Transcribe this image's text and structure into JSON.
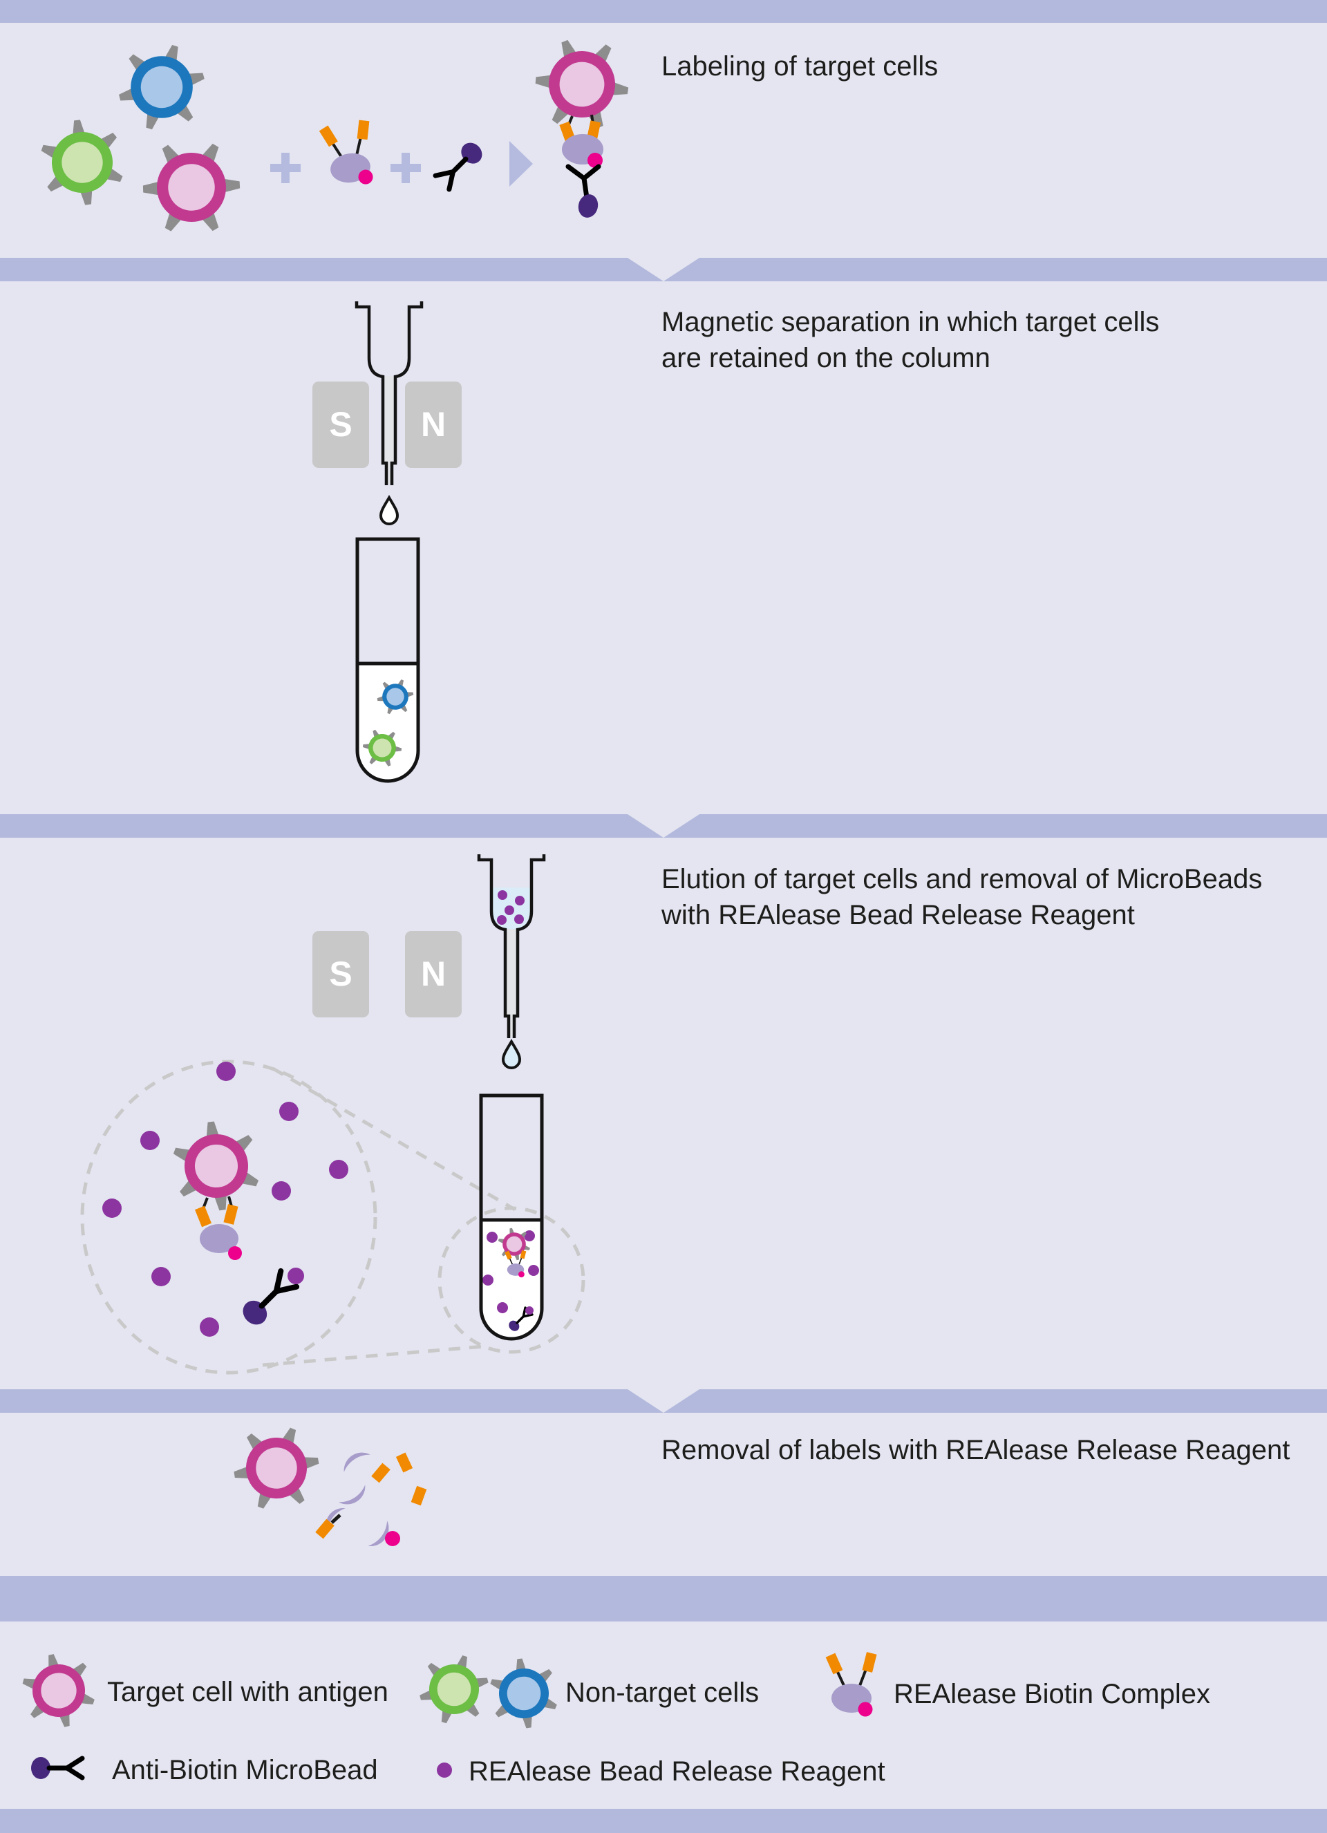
{
  "steps": [
    {
      "label_lines": [
        "Labeling of target cells"
      ]
    },
    {
      "label_lines": [
        "Magnetic separation in which target cells",
        "are retained on the column"
      ]
    },
    {
      "label_lines": [
        "Elution of target cells and removal of MicroBeads",
        "with REAlease Bead Release Reagent"
      ]
    },
    {
      "label_lines": [
        "Removal of labels with REAlease Release Reagent"
      ]
    }
  ],
  "magnets": {
    "south_label": "S",
    "north_label": "N"
  },
  "legend": {
    "target_cell": "Target cell with antigen",
    "non_target_cells": "Non-target cells",
    "biotin_complex": "REAlease Biotin Complex",
    "microbead": "Anti-Biotin MicroBead",
    "release_reagent": "REAlease Bead Release Reagent"
  },
  "colors": {
    "band_purple": "#b3b9dc",
    "panel_background": "#e4e5f1",
    "target_cell_outer": "#c13a90",
    "target_cell_inner": "#eac7e2",
    "green_cell_outer": "#6cbe45",
    "green_cell_inner": "#cde3b0",
    "blue_cell_outer": "#1c77bd",
    "blue_cell_inner": "#a9c7e9",
    "antigen_grey": "#8d8d8d",
    "complex_body_lavender": "#a79cca",
    "biotin_orange": "#f18a00",
    "complex_pink": "#ec008c",
    "microbead_dark_purple": "#46287c",
    "release_reagent_purple": "#8c35a0",
    "liquid_light_blue": "#d9ecf7",
    "magnet_grey": "#c8c8c8"
  }
}
